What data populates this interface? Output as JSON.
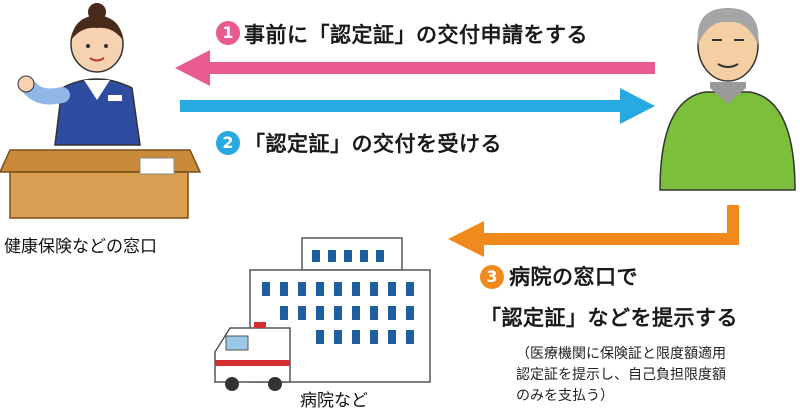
{
  "steps": [
    {
      "number": "1",
      "text": "事前に「認定証」の交付申請をする"
    },
    {
      "number": "2",
      "text": "「認定証」の交付を受ける"
    },
    {
      "number": "3",
      "line1": "病院の窓口で",
      "line2": "「認定証」などを提示する",
      "note": [
        "（医療機関に保険証と限度額適用",
        "認定証を提示し、自己負担限度額",
        "のみを支払う）"
      ]
    }
  ],
  "labels": {
    "office": "健康保険などの窓口",
    "hospital": "病院など"
  },
  "colors": {
    "arrow_request": "#e95a8e",
    "arrow_receive": "#27a9e1",
    "arrow_present": "#f08a1c",
    "badge_3": "#f08a1c"
  },
  "icons": {
    "clerk": "clerk-at-counter-illustration",
    "person": "elderly-man-illustration",
    "hospital": "hospital-with-ambulance-illustration"
  }
}
